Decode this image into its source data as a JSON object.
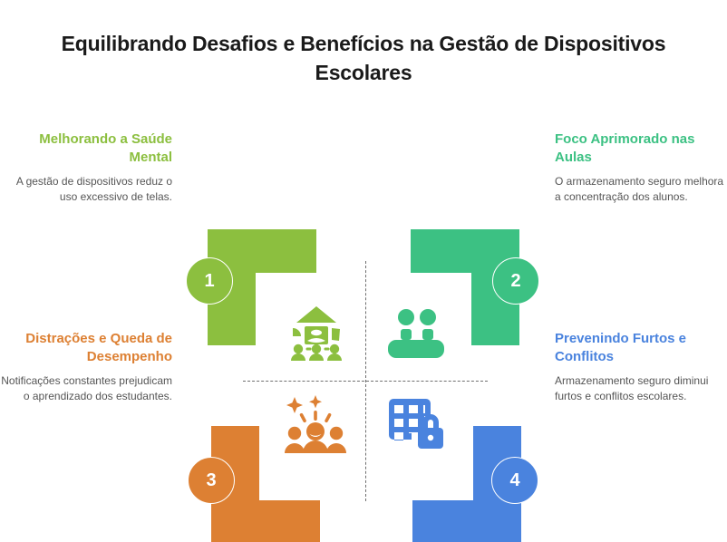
{
  "title": "Equilibrando Desafios e Benefícios na Gestão de Dispositivos Escolares",
  "colors": {
    "green": "#8CBF3F",
    "teal": "#3CC183",
    "orange": "#DD8033",
    "blue": "#4A83DE",
    "divider": "#6f6f6f",
    "body_text": "#555555",
    "title_text": "#1a1a1a"
  },
  "quadrants": [
    {
      "number": "1",
      "position": "top-left",
      "color": "#8CBF3F",
      "heading": "Melhorando a Saúde Mental",
      "body": "A gestão de dispositivos reduz o uso excessivo de telas.",
      "icon": "classroom-presentation-icon"
    },
    {
      "number": "2",
      "position": "top-right",
      "color": "#3CC183",
      "heading": "Foco Aprimorado nas Aulas",
      "body": "O armazenamento seguro melhora a concentração dos alunos.",
      "icon": "two-people-at-desk-icon"
    },
    {
      "number": "3",
      "position": "bottom-left",
      "color": "#DD8033",
      "heading": "Distrações e Queda de Desempenho",
      "body": "Notificações constantes prejudicam o aprendizado dos estudantes.",
      "icon": "celebrating-group-sparkles-icon"
    },
    {
      "number": "4",
      "position": "bottom-right",
      "color": "#4A83DE",
      "heading": "Prevenindo Furtos e Conflitos",
      "body": "Armazenamento seguro diminui furtos e conflitos escolares.",
      "icon": "locker-grid-padlock-icon"
    }
  ]
}
